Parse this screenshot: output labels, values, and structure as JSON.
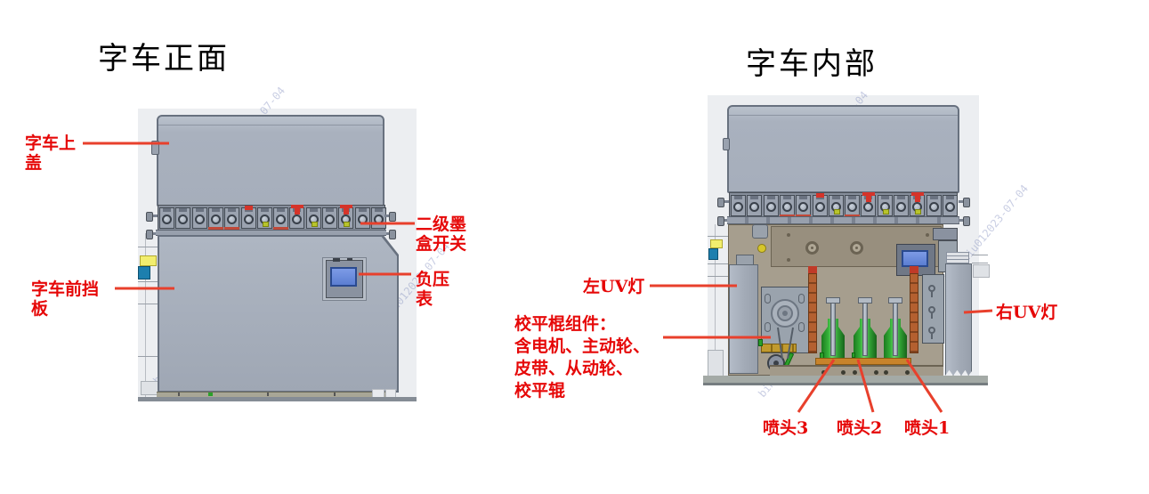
{
  "watermark_text": "bin.liu012023-07-04",
  "left_diagram": {
    "title": "字车正面",
    "labels": {
      "top_cover": "字车上\n盖",
      "ink_switch": "二级墨\n盒开关",
      "pressure_gauge": "负压\n表",
      "front_panel": "字车前挡\n板"
    }
  },
  "right_diagram": {
    "title": "字车内部",
    "labels": {
      "left_uv": "左UV灯",
      "leveling_assembly": "校平棍组件：\n含电机、主动轮、\n皮带、从动轮、\n校平辊",
      "right_uv": "右UV灯",
      "head3": "喷头3",
      "head2": "喷头2",
      "head1": "喷头1"
    }
  },
  "colors": {
    "label_red": "#e60808",
    "leader_red": "#e8402c",
    "machine_gray": "#a8b0bd",
    "interior_tan": "#a69e8e",
    "head_green": "#2fa82f",
    "screen_blue": "#5b7ed2"
  }
}
